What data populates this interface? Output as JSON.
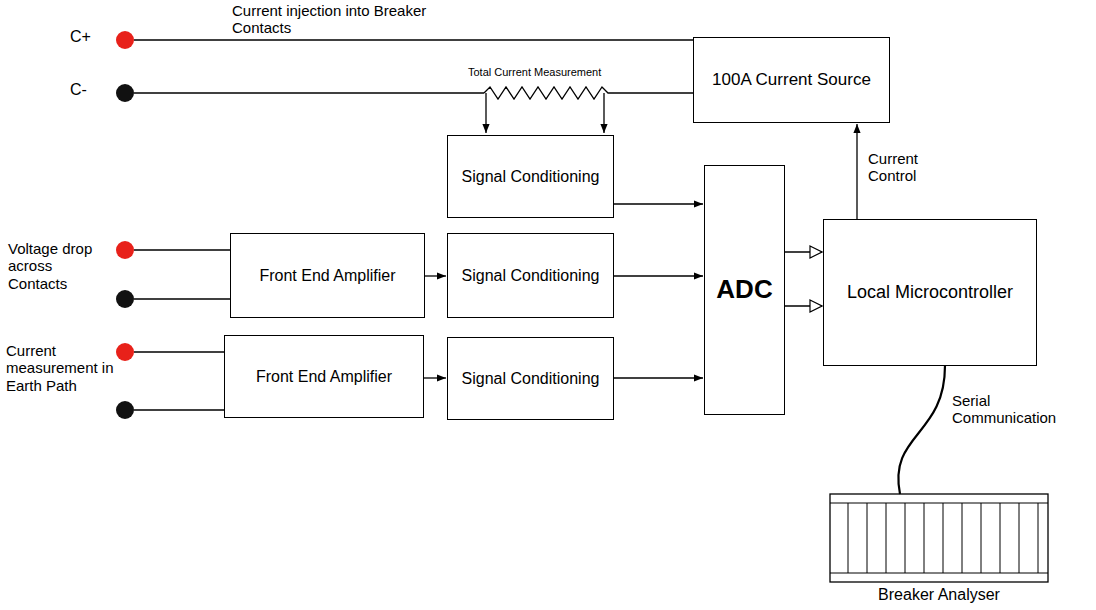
{
  "diagram": {
    "nodes": [
      {
        "text": [
          "100A Current Source"
        ]
      },
      {
        "text": [
          "Signal Conditioning"
        ]
      },
      {
        "text": [
          "Front End Amplifier"
        ]
      },
      {
        "text": [
          "Signal Conditioning"
        ]
      },
      {
        "text": [
          "ADC"
        ]
      },
      {
        "text": [
          "Local Microcontroller"
        ]
      },
      {
        "text": [
          "Front End Amplifier"
        ]
      },
      {
        "text": [
          "Signal Conditioning"
        ]
      },
      {
        "text": [
          "Breaker Analyser"
        ]
      }
    ],
    "edges": [
      {
        "from": 1,
        "to": 4,
        "arrow": "to"
      },
      {
        "from": 2,
        "to": 3,
        "arrow": "to"
      },
      {
        "from": 3,
        "to": 4,
        "arrow": "to"
      },
      {
        "from": 6,
        "to": 7,
        "arrow": "to"
      },
      {
        "from": 7,
        "to": 4,
        "arrow": "to"
      },
      {
        "from": 4,
        "to": 5,
        "arrow": "to"
      },
      {
        "from": 4,
        "to": 5,
        "arrow": "to"
      },
      {
        "from": 5,
        "to": 0,
        "label": "Current Control",
        "arrow": "to"
      },
      {
        "from": 5,
        "to": 8,
        "label": "Serial Communication",
        "arrow": "none"
      }
    ],
    "labels": [
      "Current injection into Breaker Contacts",
      "C+",
      "C-",
      "Total Current Measurement",
      "Voltage drop across Contacts",
      "Current measurement in Earth Path"
    ]
  }
}
